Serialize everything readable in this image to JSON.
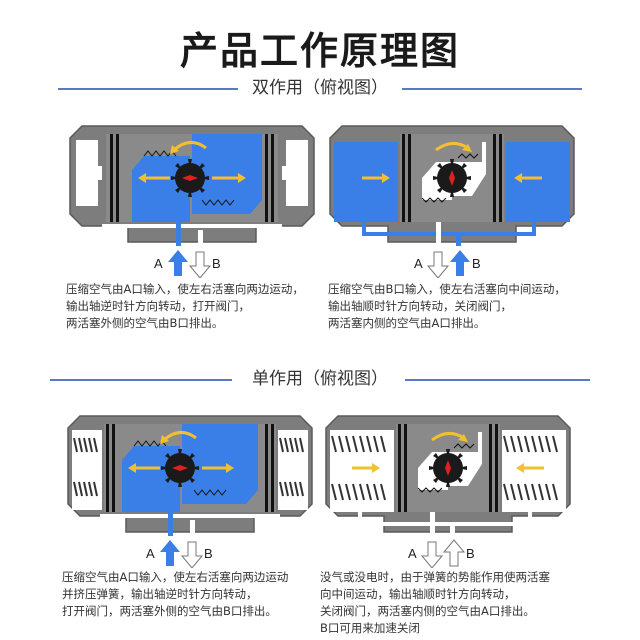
{
  "page": {
    "title": "产品工作原理图"
  },
  "colors": {
    "heading_line": "#5a78c8",
    "air_blue": "#3a7ee8",
    "housing_gray": "#808080",
    "body_gray": "#6e6e6e",
    "arrow_yellow": "#f0c030",
    "gear_black": "#1a1a1a",
    "gear_center_red": "#e02020"
  },
  "sections": [
    {
      "heading": "双作用（俯视图）",
      "diagrams": [
        {
          "name": "double-acting-open",
          "port_a_label": "A",
          "port_b_label": "B",
          "port_a_state": "input",
          "port_b_state": "exhaust",
          "rotation": "counterclockwise",
          "caption": "压缩空气由A口输入，使左右活塞向两边运动，\n输出轴逆时针方向转动，打开阀门，\n两活塞外侧的空气由B口排出。"
        },
        {
          "name": "double-acting-close",
          "port_a_label": "A",
          "port_b_label": "B",
          "port_a_state": "exhaust",
          "port_b_state": "input",
          "rotation": "clockwise",
          "caption": "压缩空气由B口输入，使左右活塞向中间运动，\n输出轴顺时针方向转动，关闭阀门，\n两活塞内侧的空气由A口排出。"
        }
      ]
    },
    {
      "heading": "单作用（俯视图）",
      "diagrams": [
        {
          "name": "single-acting-open",
          "port_a_label": "A",
          "port_b_label": "B",
          "port_a_state": "input",
          "port_b_state": "exhaust",
          "rotation": "counterclockwise",
          "caption": "压缩空气由A口输入，使左右活塞向两边运动\n并挤压弹簧，输出轴逆时针方向转动，\n打开阀门，两活塞外侧的空气由B口排出。"
        },
        {
          "name": "single-acting-close",
          "port_a_label": "A",
          "port_b_label": "B",
          "port_a_state": "exhaust",
          "port_b_state": "exhaust",
          "rotation": "clockwise",
          "caption": "没气或没电时，由于弹簧的势能作用使两活塞\n向中间运动，输出轴顺时针方向转动，\n关闭阀门，两活塞内侧的空气由A口排出。\nB口可用来加速关闭"
        }
      ]
    }
  ]
}
